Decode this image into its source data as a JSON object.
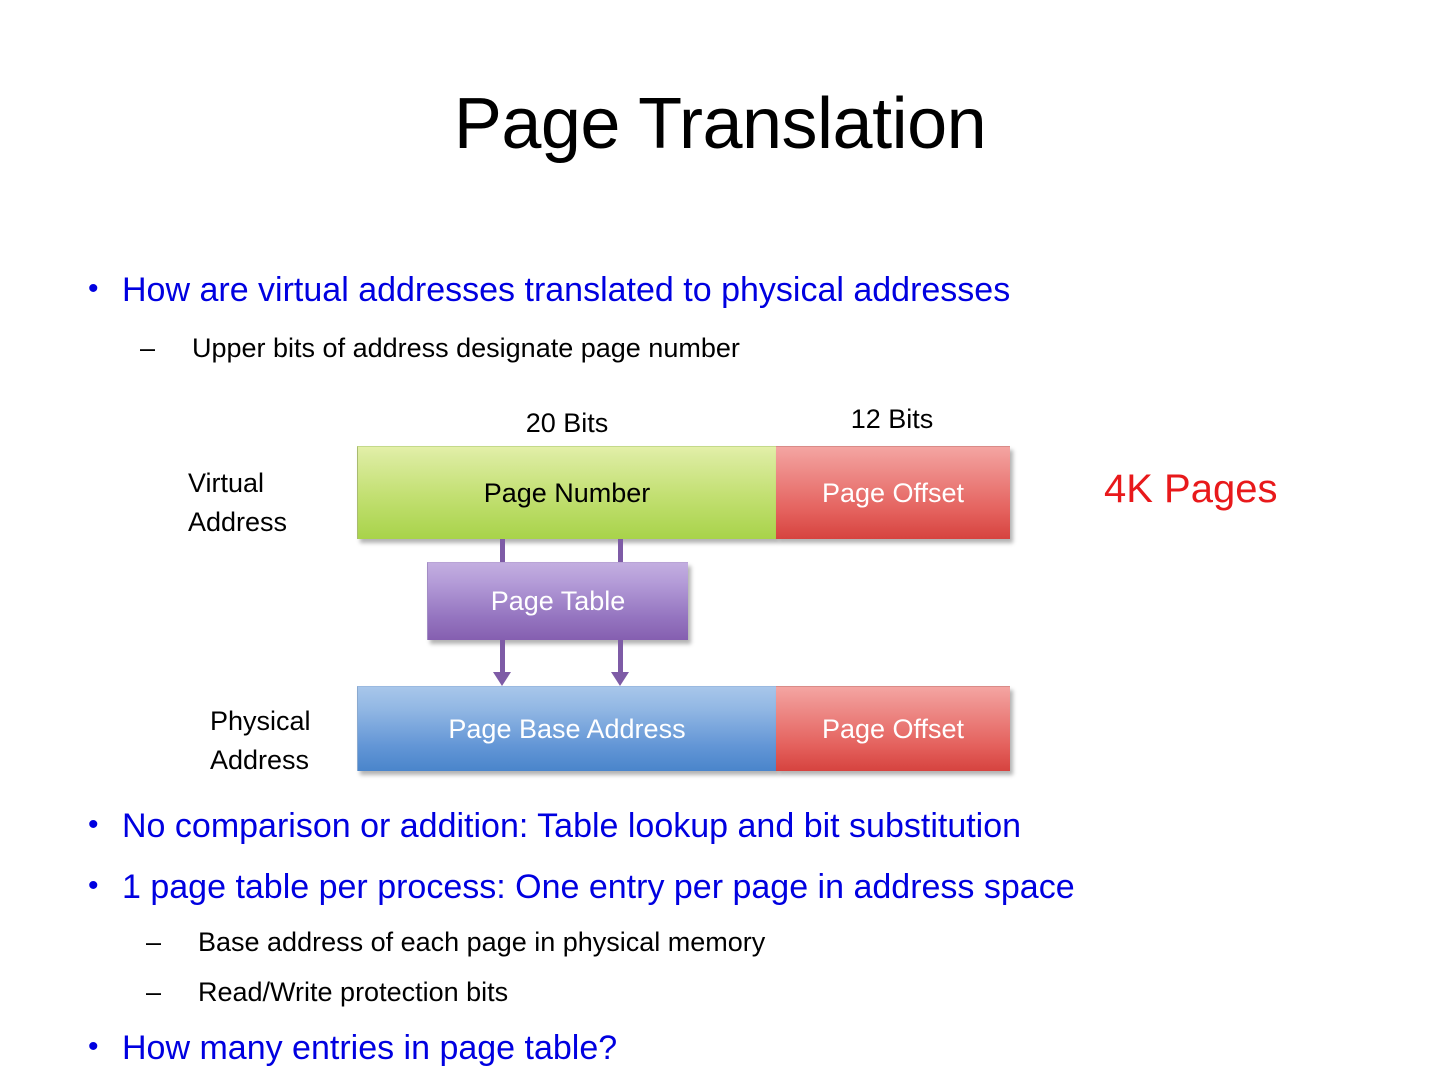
{
  "slide": {
    "title": "Page Translation"
  },
  "bullets": {
    "top": [
      {
        "level": 1,
        "marker": "•",
        "text": "How are virtual addresses translated to physical addresses",
        "color": "#0000E0"
      },
      {
        "level": 2,
        "marker": "–",
        "text": "Upper bits of address designate page number",
        "color": "#000000"
      }
    ],
    "bottom": [
      {
        "level": 1,
        "marker": "•",
        "text": "No comparison or addition: Table lookup and bit substitution",
        "color": "#0000E0"
      },
      {
        "level": 1,
        "marker": "•",
        "text": "1 page table per process: One entry per page in address space",
        "color": "#0000E0"
      },
      {
        "level": 2,
        "marker": "–",
        "text": "Base address of each page in physical memory",
        "color": "#000000"
      },
      {
        "level": 2,
        "marker": "–",
        "text": "Read/Write protection bits",
        "color": "#000000"
      },
      {
        "level": 1,
        "marker": "•",
        "text": "How many entries in page table?",
        "color": "#0000E0"
      }
    ]
  },
  "diagram": {
    "bit_labels": {
      "page_number_bits": "20 Bits",
      "page_offset_bits": "12 Bits"
    },
    "virtual_address": {
      "label_line1": "Virtual",
      "label_line2": "Address",
      "field_page_number": "Page Number",
      "field_page_offset": "Page Offset",
      "color_page_number": "#b8da66",
      "color_page_offset": "#e05a56"
    },
    "page_table": {
      "label": "Page Table",
      "color": "#9575c0"
    },
    "physical_address": {
      "label_line1": "Physical",
      "label_line2": "Address",
      "field_page_base_address": "Page Base Address",
      "field_page_offset": "Page Offset",
      "color_page_base_address": "#5a90d2",
      "color_page_offset": "#e05a56"
    },
    "annotation": {
      "pages_note": "4K Pages",
      "pages_note_color": "#e8191b"
    },
    "connector_color": "#7e5ba6"
  }
}
